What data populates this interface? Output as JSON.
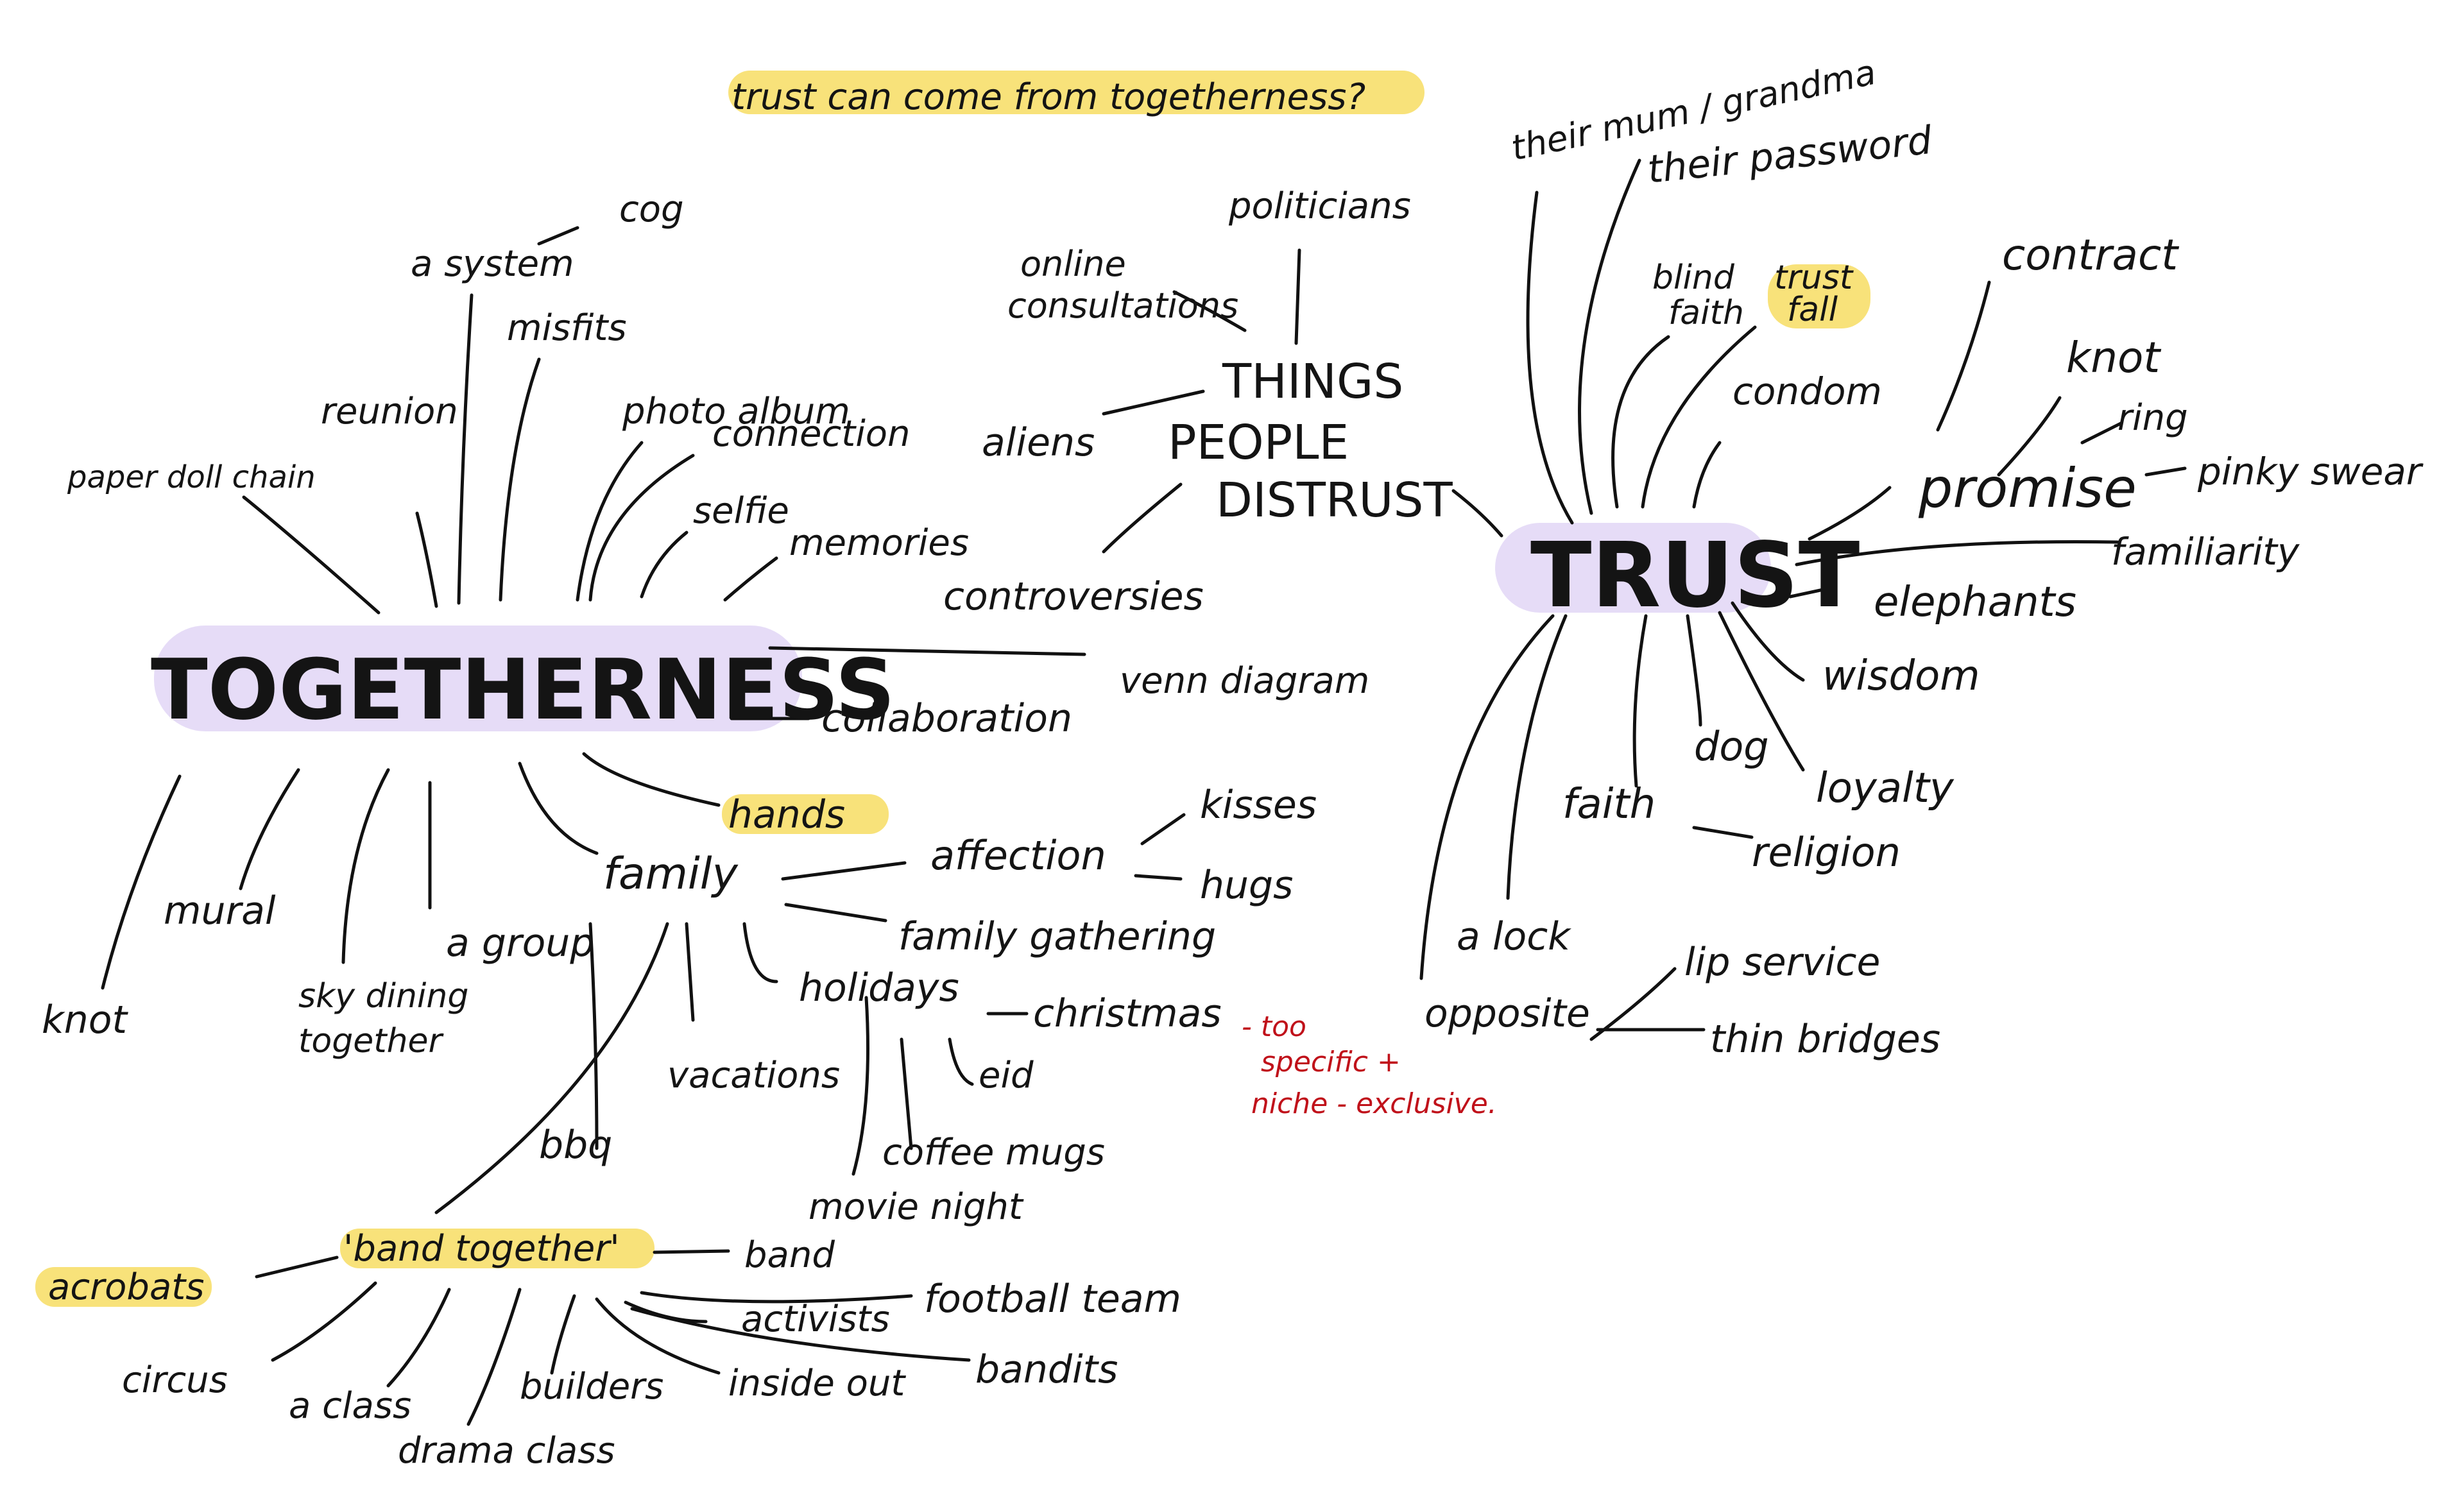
{
  "colors": {
    "ink": "#111111",
    "highlight_yellow": "#f8e27a",
    "highlight_purple": "#e6dcf7",
    "note_red": "#c0111a"
  },
  "header_question": "trust can come from togetherness?",
  "togetherness": {
    "label": "TOGETHERNESS",
    "ideas": {
      "paper_doll_chain": "paper doll chain",
      "reunion": "reunion",
      "a_system": "a system",
      "cog": "cog",
      "misfits": "misfits",
      "photo_album": "photo album",
      "connection": "connection",
      "selfie": "selfie",
      "memories": "memories",
      "venn_diagram": "venn diagram",
      "collaboration": "collaboration",
      "hands": "hands",
      "family": "family",
      "affection": "affection",
      "kisses": "kisses",
      "hugs": "hugs",
      "family_gathering": "family gathering",
      "holidays": "holidays",
      "christmas": "christmas",
      "eid": "eid",
      "coffee_mugs": "coffee mugs",
      "movie_night": "movie night",
      "vacations": "vacations",
      "bbq": "bbq",
      "a_group": "a group",
      "sky_dining_1": "sky dining",
      "sky_dining_2": "together",
      "mural": "mural",
      "knot": "knot"
    }
  },
  "band_together": {
    "label": "'band together'",
    "ideas": {
      "acrobats": "acrobats",
      "circus": "circus",
      "a_class": "a class",
      "drama_class": "drama class",
      "builders": "builders",
      "inside_out": "inside out",
      "activists": "activists",
      "band": "band",
      "football_team": "football team",
      "bandits": "bandits"
    }
  },
  "distrust": {
    "label_1": "THINGS",
    "label_2": "PEOPLE",
    "label_3": "DISTRUST",
    "ideas": {
      "online_consultations_1": "online",
      "online_consultations_2": "consultations",
      "politicians": "politicians",
      "aliens": "aliens",
      "controversies": "controversies"
    }
  },
  "trust": {
    "label": "TRUST",
    "ideas": {
      "their_mum": "their mum / grandma",
      "their_password": "their password",
      "blind_faith_1": "blind",
      "blind_faith_2": "faith",
      "trust_fall_1": "trust",
      "trust_fall_2": "fall",
      "condom": "condom",
      "contract": "contract",
      "knot": "knot",
      "ring": "ring",
      "promise": "promise",
      "pinky_swear": "pinky swear",
      "familiarity": "familiarity",
      "elephants": "elephants",
      "wisdom": "wisdom",
      "dog": "dog",
      "loyalty": "loyalty",
      "faith": "faith",
      "religion": "religion",
      "a_lock": "a lock",
      "opposite": "opposite",
      "lip_service": "lip service",
      "thin_bridges": "thin bridges"
    }
  },
  "side_note": {
    "line_1": "- too",
    "line_2": "specific +",
    "line_3": "niche - exclusive."
  }
}
